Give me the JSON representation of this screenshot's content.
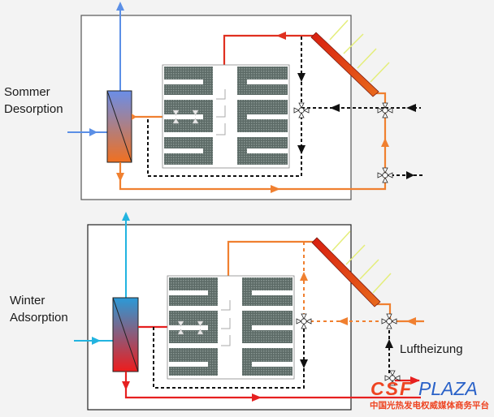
{
  "panels": [
    {
      "id": "summer",
      "label_line1": "Sommer",
      "label_line2": "Desorption",
      "air_color": "#5b8fe6",
      "hx_top_color": "#6a8ee8",
      "hx_bottom_color": "#f07020",
      "return_color": "#f08030",
      "supply_color": "#e03020",
      "collector_top_color": "#d81e10",
      "collector_bottom_color": "#e86a1c"
    },
    {
      "id": "winter",
      "label_line1": "Winter",
      "label_line2": "Adsorption",
      "side_label": "Luftheizung",
      "air_color": "#22b4e0",
      "hx_top_color": "#2a9ad8",
      "hx_bottom_color": "#ee1c1c",
      "return_color": "#e62020",
      "supply_color": "#f08030",
      "collector_top_color": "#d81e10",
      "collector_bottom_color": "#e86a1c"
    }
  ],
  "sun_ray_color": "#e4ee7a",
  "watermark": {
    "brand_red": "CSF",
    "brand_blue": "PLAZA",
    "subtitle": "中国光热发电权威媒体商务平台",
    "red": "#ee4422",
    "blue": "#2a62c8"
  }
}
